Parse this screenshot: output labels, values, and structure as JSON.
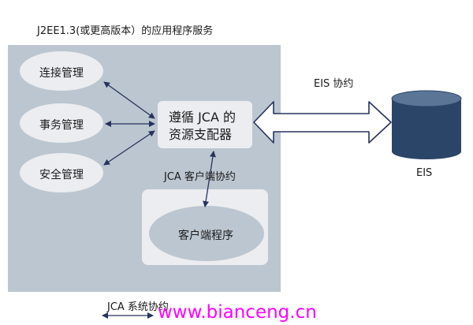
{
  "title": "J2EE1.3(或更高版本）的应用程序服务",
  "nodes": {
    "connection_mgmt": "连接管理",
    "transaction_mgmt": "事务管理",
    "security_mgmt": "安全管理",
    "resource_adapter_line1": "遵循 JCA 的",
    "resource_adapter_line2": "资源支配器",
    "client_program": "客户端程序",
    "eis": "EIS"
  },
  "labels": {
    "eis_contract": "EIS 协约",
    "client_contract": "JCA 客户端协约",
    "system_contract": "JCA 系统协约"
  },
  "watermark": "www.bianceng.cn",
  "colors": {
    "server_panel": "#bcc6d0",
    "boxes": "#ebedf0",
    "arrow": "#27335e",
    "cylinder": "#2a4567",
    "watermark": "#ff00ff"
  }
}
